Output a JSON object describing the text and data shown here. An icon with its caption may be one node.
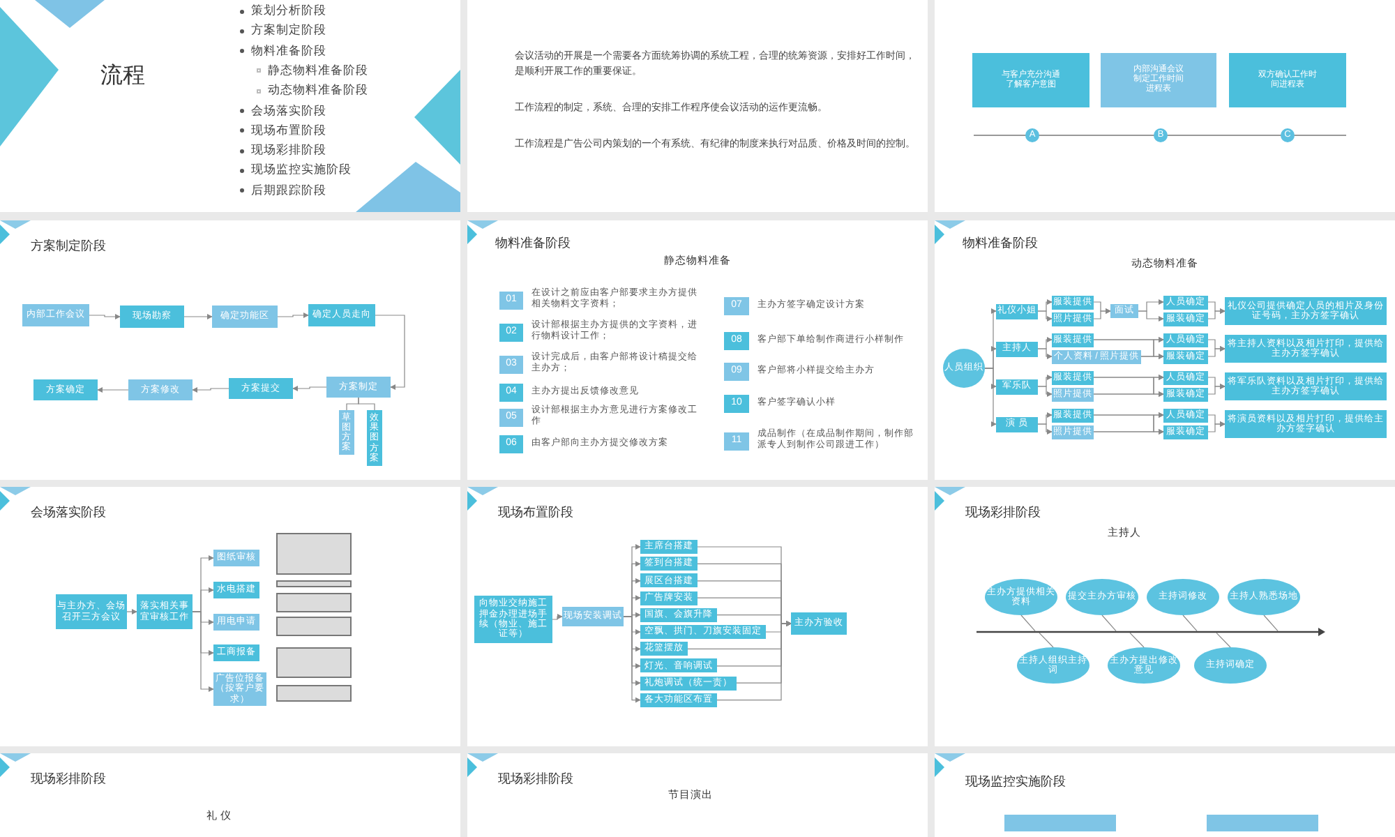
{
  "diagram": {
    "nodes": [
      {
        "text": [
          "流程"
        ]
      },
      {
        "text": [],
        "shape": "box"
      },
      {
        "text": [],
        "shape": "box"
      },
      {
        "text": [
          "与客户充分沟通了解客户意图"
        ],
        "in": 2
      },
      {
        "text": [
          "内部沟通会议制定工作时间进程表"
        ],
        "in": 2
      },
      {
        "text": [
          "双方确认工作时间进程表"
        ],
        "in": 2
      },
      {
        "text": [
          "方案制定阶段"
        ]
      },
      {
        "text": [
          "内部工作会议"
        ],
        "in": 6
      },
      {
        "text": [
          "现场勘察"
        ],
        "in": 6
      },
      {
        "text": [
          "确定功能区"
        ],
        "in": 6
      },
      {
        "text": [
          "确定人员走向"
        ],
        "in": 6
      },
      {
        "text": [
          "方案制定"
        ],
        "in": 6
      },
      {
        "text": [
          "方案提交"
        ],
        "in": 6
      },
      {
        "text": [
          "方案修改"
        ],
        "in": 6
      },
      {
        "text": [
          "方案确定"
        ],
        "in": 6
      },
      {
        "text": [
          "草图方案"
        ],
        "in": 6
      },
      {
        "text": [
          "效果图方案"
        ],
        "in": 6
      },
      {
        "text": [
          "物料准备阶段",
          "静态物料准备"
        ]
      },
      {
        "text": [
          "01"
        ],
        "beside": [
          "在设计之前应由客户部要求主办方提供相关物料文字资料；"
        ],
        "in": 17
      },
      {
        "text": [
          "02"
        ],
        "beside": [
          "设计部根据主办方提供的文字资料，进行物料设计工作；"
        ],
        "in": 17
      },
      {
        "text": [
          "03"
        ],
        "beside": [
          "设计完成后，由客户部将设计稿提交给主办方；"
        ],
        "in": 17
      },
      {
        "text": [
          "04"
        ],
        "beside": [
          "主办方提出反馈修改意见"
        ],
        "in": 17
      },
      {
        "text": [
          "05"
        ],
        "beside": [
          "设计部根据主办方意见进行方案修改工作"
        ],
        "in": 17
      },
      {
        "text": [
          "06"
        ],
        "beside": [
          "由客户部向主办方提交修改方案"
        ],
        "in": 17
      },
      {
        "text": [
          "07"
        ],
        "beside": [
          "主办方签字确定设计方案"
        ],
        "in": 17
      },
      {
        "text": [
          "08"
        ],
        "beside": [
          "客户部下单给制作商进行小样制作"
        ],
        "in": 17
      },
      {
        "text": [
          "09"
        ],
        "beside": [
          "客户部将小样提交给主办方"
        ],
        "in": 17
      },
      {
        "text": [
          "10"
        ],
        "beside": [
          "客户签字确认小样"
        ],
        "in": 17
      },
      {
        "text": [
          "11"
        ],
        "beside": [
          "成品制作（在成品制作期间，制作部派专人到制作公司跟进工作）"
        ],
        "in": 17
      },
      {
        "text": [
          "物料准备阶段",
          "动态物料准备"
        ]
      },
      {
        "text": [
          "人员组织"
        ],
        "in": 29
      },
      {
        "text": [
          "礼仪小姐"
        ],
        "in": 29
      },
      {
        "text": [
          "服装提供"
        ],
        "in": 29
      },
      {
        "text": [
          "照片提供"
        ],
        "in": 29
      },
      {
        "text": [
          "面试"
        ],
        "in": 29
      },
      {
        "text": [
          "人员确定"
        ],
        "in": 29
      },
      {
        "text": [
          "服装确定"
        ],
        "in": 29
      },
      {
        "text": [
          "礼仪公司提供确定人员的相片及身份证号码，主办方签字确认"
        ],
        "in": 29
      },
      {
        "text": [
          "主持人"
        ],
        "in": 29
      },
      {
        "text": [
          "服装提供"
        ],
        "in": 29
      },
      {
        "text": [
          "个人资料 / 照片提供"
        ],
        "in": 29
      },
      {
        "text": [
          "人员确定"
        ],
        "in": 29
      },
      {
        "text": [
          "服装确定"
        ],
        "in": 29
      },
      {
        "text": [
          "将主持人资料以及相片打印，提供给主办方签字确认"
        ],
        "in": 29
      },
      {
        "text": [
          "军乐队"
        ],
        "in": 29
      },
      {
        "text": [
          "服装提供"
        ],
        "in": 29
      },
      {
        "text": [
          "照片提供"
        ],
        "in": 29
      },
      {
        "text": [
          "人员确定"
        ],
        "in": 29
      },
      {
        "text": [
          "服装确定"
        ],
        "in": 29
      },
      {
        "text": [
          "将军乐队资料以及相片打印，提供给主办方签字确认"
        ],
        "in": 29
      },
      {
        "text": [
          "演 员"
        ],
        "in": 29
      },
      {
        "text": [
          "服装提供"
        ],
        "in": 29
      },
      {
        "text": [
          "照片提供"
        ],
        "in": 29
      },
      {
        "text": [
          "人员确定"
        ],
        "in": 29
      },
      {
        "text": [
          "服装确定"
        ],
        "in": 29
      },
      {
        "text": [
          "将演员资料以及相片打印，提供给主办方签字确认"
        ],
        "in": 29
      },
      {
        "text": [
          "会场落实阶段"
        ]
      },
      {
        "text": [
          "与主办方、会场召开三方会议"
        ],
        "in": 56
      },
      {
        "text": [
          "落实相关事宜审核工作"
        ],
        "in": 56
      },
      {
        "text": [
          "图纸审核"
        ],
        "in": 56
      },
      {
        "text": [
          "水电搭建"
        ],
        "in": 56
      },
      {
        "text": [
          "用电申请"
        ],
        "in": 56
      },
      {
        "text": [
          "工商报备"
        ],
        "in": 56
      },
      {
        "text": [
          "广告位报备（按客户要求）"
        ],
        "in": 56
      },
      {
        "text": [],
        "shape": "box",
        "in": 56
      },
      {
        "text": [],
        "shape": "box",
        "in": 56
      },
      {
        "text": [],
        "shape": "box",
        "in": 56
      },
      {
        "text": [],
        "shape": "box",
        "in": 56
      },
      {
        "text": [],
        "shape": "box",
        "in": 56
      },
      {
        "text": [],
        "shape": "box",
        "in": 56
      },
      {
        "text": [
          "现场布置阶段"
        ]
      },
      {
        "text": [
          "向物业交纳施工押金办理进场手续（物业、施工证等）"
        ],
        "in": 70
      },
      {
        "text": [
          "现场安装调试"
        ],
        "in": 70
      },
      {
        "text": [
          "主席台搭建"
        ],
        "in": 70
      },
      {
        "text": [
          "签到台搭建"
        ],
        "in": 70
      },
      {
        "text": [
          "展区台搭建"
        ],
        "in": 70
      },
      {
        "text": [
          "广告牌安装"
        ],
        "in": 70
      },
      {
        "text": [
          "国旗、会旗升降"
        ],
        "in": 70
      },
      {
        "text": [
          "空飘、拱门、刀旗安装固定"
        ],
        "in": 70
      },
      {
        "text": [
          "花篮摆放"
        ],
        "in": 70
      },
      {
        "text": [
          "灯光、音响调试"
        ],
        "in": 70
      },
      {
        "text": [
          "礼炮调试（统一责）"
        ],
        "in": 70
      },
      {
        "text": [
          "各大功能区布置"
        ],
        "in": 70
      },
      {
        "text": [
          "主办方验收"
        ],
        "in": 70
      },
      {
        "text": [
          "现场彩排阶段",
          "主持人"
        ]
      },
      {
        "text": [
          "主办方提供相关资料"
        ],
        "in": 84
      },
      {
        "text": [
          "提交主办方审核"
        ],
        "in": 84
      },
      {
        "text": [
          "主持词修改"
        ],
        "in": 84
      },
      {
        "text": [
          "主持人熟悉场地"
        ],
        "in": 84
      },
      {
        "text": [],
        "shape": "arrow",
        "in": 84
      },
      {
        "text": [
          "主持人组织主持词"
        ],
        "in": 84
      },
      {
        "text": [
          "主办方提出修改意见"
        ],
        "in": 84
      },
      {
        "text": [
          "主持词确定"
        ],
        "in": 84
      },
      {
        "text": [
          "现场彩排阶段",
          "礼 仪"
        ]
      },
      {
        "text": [
          "现场彩排阶段",
          "节目演出"
        ]
      },
      {
        "text": [
          "现场监控实施阶段"
        ]
      },
      {
        "text": [],
        "shape": "box",
        "in": 95
      },
      {
        "text": [],
        "shape": "box",
        "in": 95
      }
    ],
    "edges": [
      {
        "from": 7,
        "to": 8,
        "arrow": "to"
      },
      {
        "from": 8,
        "to": 9,
        "arrow": "to"
      },
      {
        "from": 9,
        "to": 10,
        "arrow": "to"
      },
      {
        "from": 10,
        "to": 11,
        "arrow": "to"
      },
      {
        "from": 11,
        "to": 12,
        "arrow": "to"
      },
      {
        "from": 12,
        "to": 13,
        "arrow": "to"
      },
      {
        "from": 13,
        "to": 14,
        "arrow": "to"
      },
      {
        "from": 11,
        "to": 15,
        "arrow": "none"
      },
      {
        "from": 11,
        "to": 16,
        "arrow": "none"
      },
      {
        "from": 30,
        "to": 31,
        "arrow": "to"
      },
      {
        "from": 30,
        "to": 38,
        "arrow": "to"
      },
      {
        "from": 30,
        "to": 44,
        "arrow": "to"
      },
      {
        "from": 30,
        "to": 50,
        "arrow": "to"
      },
      {
        "from": 31,
        "to": 32,
        "arrow": "to"
      },
      {
        "from": 31,
        "to": 33,
        "arrow": "to"
      },
      {
        "from": 32,
        "to": 34,
        "arrow": "to"
      },
      {
        "from": 33,
        "to": 34,
        "arrow": "to"
      },
      {
        "from": 34,
        "to": 35,
        "arrow": "to"
      },
      {
        "from": 34,
        "to": 36,
        "arrow": "to"
      },
      {
        "from": 35,
        "to": 37,
        "arrow": "to"
      },
      {
        "from": 36,
        "to": 37,
        "arrow": "to"
      },
      {
        "from": 38,
        "to": 39,
        "arrow": "to"
      },
      {
        "from": 38,
        "to": 40,
        "arrow": "to"
      },
      {
        "from": 39,
        "to": 41,
        "arrow": "to"
      },
      {
        "from": 39,
        "to": 42,
        "arrow": "to"
      },
      {
        "from": 40,
        "to": 41,
        "arrow": "to"
      },
      {
        "from": 40,
        "to": 42,
        "arrow": "to"
      },
      {
        "from": 41,
        "to": 43,
        "arrow": "to"
      },
      {
        "from": 42,
        "to": 43,
        "arrow": "to"
      },
      {
        "from": 44,
        "to": 45,
        "arrow": "to"
      },
      {
        "from": 44,
        "to": 46,
        "arrow": "to"
      },
      {
        "from": 45,
        "to": 47,
        "arrow": "to"
      },
      {
        "from": 45,
        "to": 48,
        "arrow": "to"
      },
      {
        "from": 46,
        "to": 47,
        "arrow": "to"
      },
      {
        "from": 46,
        "to": 48,
        "arrow": "to"
      },
      {
        "from": 47,
        "to": 49,
        "arrow": "to"
      },
      {
        "from": 48,
        "to": 49,
        "arrow": "to"
      },
      {
        "from": 50,
        "to": 51,
        "arrow": "to"
      },
      {
        "from": 50,
        "to": 52,
        "arrow": "to"
      },
      {
        "from": 51,
        "to": 53,
        "arrow": "to"
      },
      {
        "from": 51,
        "to": 54,
        "arrow": "to"
      },
      {
        "from": 52,
        "to": 53,
        "arrow": "to"
      },
      {
        "from": 52,
        "to": 54,
        "arrow": "to"
      },
      {
        "from": 53,
        "to": 55,
        "arrow": "to"
      },
      {
        "from": 54,
        "to": 55,
        "arrow": "to"
      },
      {
        "from": 57,
        "to": 58,
        "arrow": "to"
      },
      {
        "from": 58,
        "to": 59,
        "arrow": "to"
      },
      {
        "from": 58,
        "to": 60,
        "arrow": "to"
      },
      {
        "from": 58,
        "to": 61,
        "arrow": "to"
      },
      {
        "from": 58,
        "to": 62,
        "arrow": "to"
      },
      {
        "from": 58,
        "to": 63,
        "arrow": "to"
      },
      {
        "from": 71,
        "to": 72,
        "arrow": "to"
      },
      {
        "from": 72,
        "to": 73,
        "arrow": "to"
      },
      {
        "from": 72,
        "to": 74,
        "arrow": "to"
      },
      {
        "from": 72,
        "to": 75,
        "arrow": "to"
      },
      {
        "from": 72,
        "to": 76,
        "arrow": "to"
      },
      {
        "from": 72,
        "to": 77,
        "arrow": "to"
      },
      {
        "from": 72,
        "to": 78,
        "arrow": "to"
      },
      {
        "from": 72,
        "to": 79,
        "arrow": "to"
      },
      {
        "from": 72,
        "to": 80,
        "arrow": "to"
      },
      {
        "from": 72,
        "to": 81,
        "arrow": "to"
      },
      {
        "from": 72,
        "to": 82,
        "arrow": "to"
      },
      {
        "from": 73,
        "to": 83,
        "arrow": "to"
      },
      {
        "from": 74,
        "to": 83,
        "arrow": "to"
      },
      {
        "from": 75,
        "to": 83,
        "arrow": "to"
      },
      {
        "from": 76,
        "to": 83,
        "arrow": "to"
      },
      {
        "from": 77,
        "to": 83,
        "arrow": "to"
      },
      {
        "from": 78,
        "to": 83,
        "arrow": "to"
      },
      {
        "from": 79,
        "to": 83,
        "arrow": "to"
      },
      {
        "from": 80,
        "to": 83,
        "arrow": "to"
      },
      {
        "from": 81,
        "to": 83,
        "arrow": "to"
      },
      {
        "from": 82,
        "to": 83,
        "arrow": "to"
      },
      {
        "from": 85,
        "to": 89,
        "arrow": "none"
      },
      {
        "from": 86,
        "to": 89,
        "arrow": "none"
      },
      {
        "from": 87,
        "to": 89,
        "arrow": "none"
      },
      {
        "from": 88,
        "to": 89,
        "arrow": "none"
      },
      {
        "from": 90,
        "to": 89,
        "arrow": "none"
      },
      {
        "from": 91,
        "to": 89,
        "arrow": "none"
      },
      {
        "from": 92,
        "to": 89,
        "arrow": "none"
      }
    ],
    "labels": [
      "策划分析阶段",
      "方案制定阶段",
      "物料准备阶段",
      "静态物料准备阶段",
      "动态物料准备阶段",
      "会场落实阶段",
      "现场布置阶段",
      "现场彩排阶段",
      "现场监控实施阶段",
      "后期跟踪阶段",
      "会议活动的开展是一个需要各方面统筹协调的系统工程，合理的统筹资源，安排好工作时间，是顺利开展工作的重要保证。",
      "工作流程的制定，系统、合理的安排工作程序使会议活动的运作更流畅。",
      "工作流程是广告公司内策划的一个有系统、有纪律的制度来执行对品质、价格及时间的控制。",
      "A",
      "B",
      "C"
    ]
  }
}
